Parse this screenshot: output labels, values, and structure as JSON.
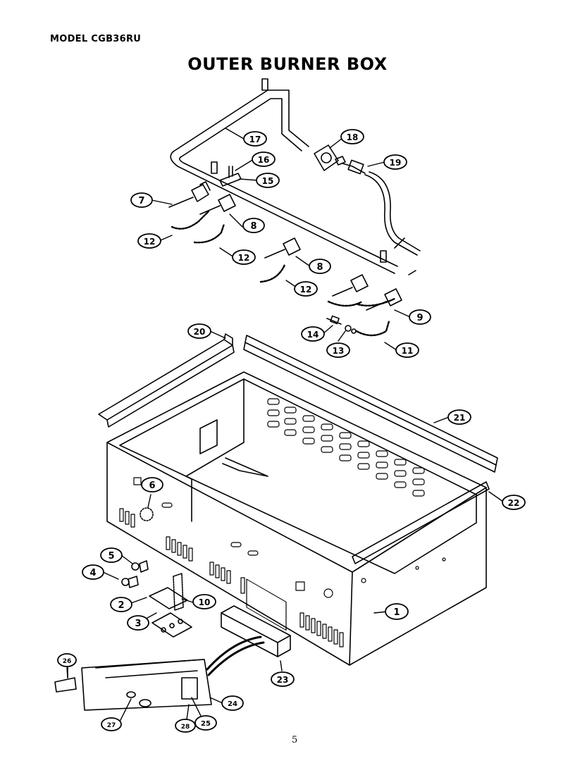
{
  "header": {
    "model": "MODEL CGB36RU"
  },
  "title": "OUTER BURNER BOX",
  "page_number": "5",
  "callouts": [
    {
      "n": "1"
    },
    {
      "n": "2"
    },
    {
      "n": "3"
    },
    {
      "n": "4"
    },
    {
      "n": "5"
    },
    {
      "n": "6"
    },
    {
      "n": "7"
    },
    {
      "n": "8"
    },
    {
      "n": "8"
    },
    {
      "n": "9"
    },
    {
      "n": "10"
    },
    {
      "n": "11"
    },
    {
      "n": "12"
    },
    {
      "n": "12"
    },
    {
      "n": "12"
    },
    {
      "n": "13"
    },
    {
      "n": "14"
    },
    {
      "n": "15"
    },
    {
      "n": "16"
    },
    {
      "n": "17"
    },
    {
      "n": "18"
    },
    {
      "n": "19"
    },
    {
      "n": "20"
    },
    {
      "n": "21"
    },
    {
      "n": "22"
    },
    {
      "n": "23"
    },
    {
      "n": "24"
    },
    {
      "n": "25"
    },
    {
      "n": "26"
    },
    {
      "n": "27"
    },
    {
      "n": "28"
    }
  ]
}
